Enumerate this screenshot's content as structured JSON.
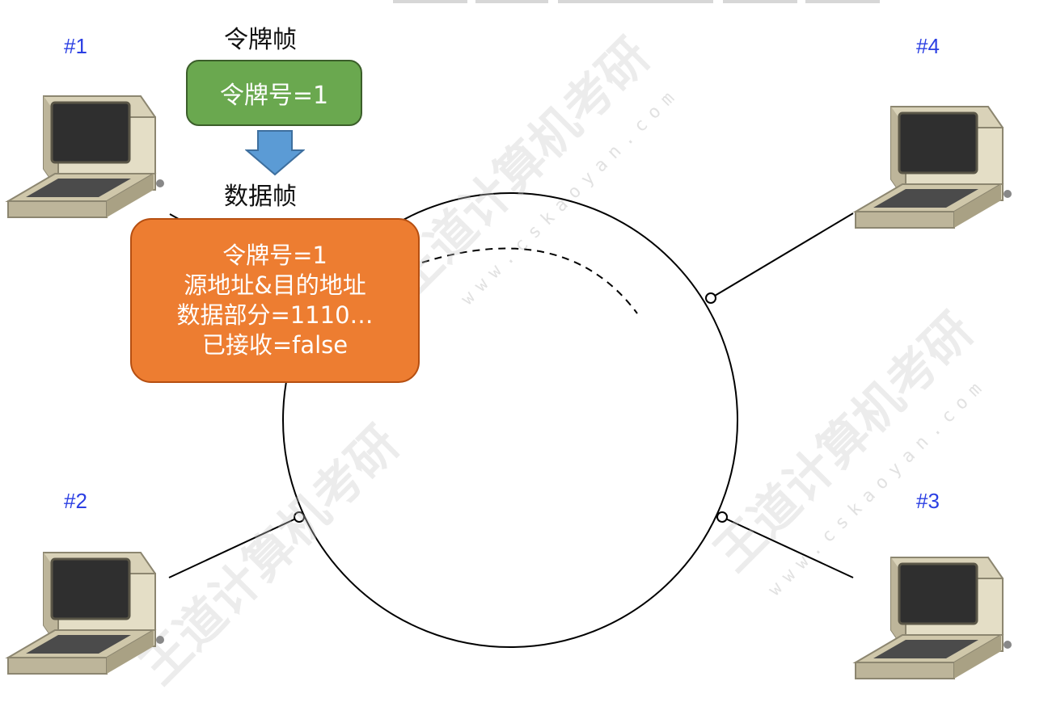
{
  "colors": {
    "node_label": "#2b3fe3",
    "token_box": "#6aa84f",
    "data_box": "#ed7d31",
    "arrow": "#5b9bd5"
  },
  "nodes": [
    {
      "label": "#1"
    },
    {
      "label": "#4"
    },
    {
      "label": "#2"
    },
    {
      "label": "#3"
    }
  ],
  "captions": {
    "token_frame": "令牌帧",
    "data_frame": "数据帧"
  },
  "token_box": {
    "text": "令牌号=1"
  },
  "data_box": {
    "lines": [
      "令牌号=1",
      "源地址&目的地址",
      "数据部分=1110…",
      "已接收=false"
    ]
  },
  "icons": {
    "computer": "retro-computer-icon",
    "arrow": "down-arrow-icon"
  }
}
